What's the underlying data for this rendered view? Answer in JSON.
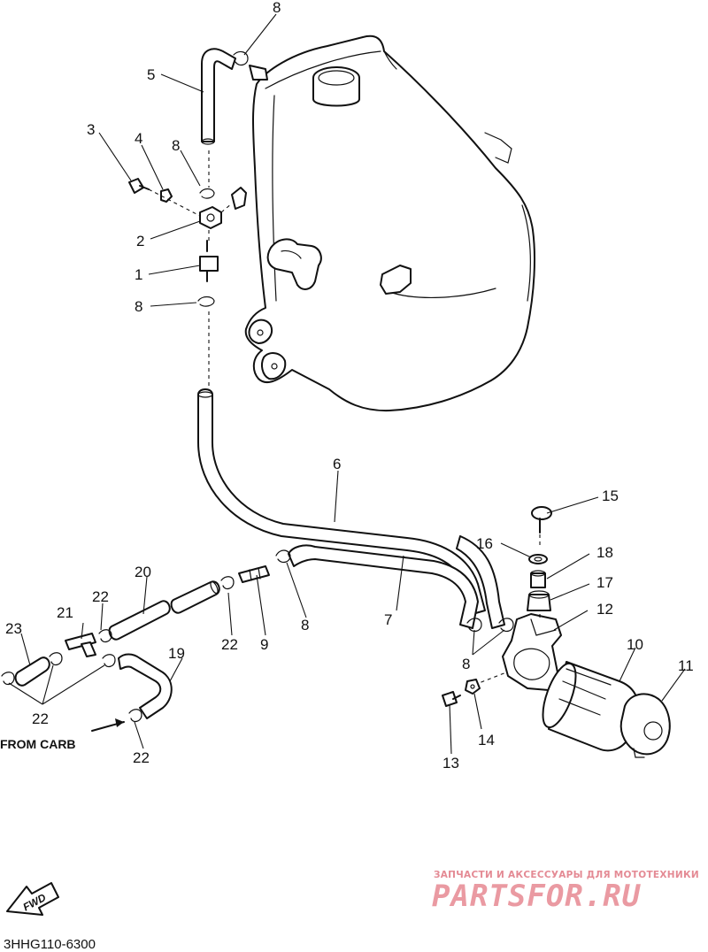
{
  "diagram": {
    "part_code": "3HHG110-6300",
    "direction_label": "FWD",
    "from_carb_label": "FROM CARB",
    "watermark": {
      "tagline": "ЗАПЧАСТИ И АКСЕССУАРЫ ДЛЯ МОТОТЕХНИКИ",
      "brand": "PARTSFOR.RU"
    },
    "callouts": [
      {
        "id": "c8a",
        "number": "8"
      },
      {
        "id": "c5",
        "number": "5"
      },
      {
        "id": "c3",
        "number": "3"
      },
      {
        "id": "c4",
        "number": "4"
      },
      {
        "id": "c8b",
        "number": "8"
      },
      {
        "id": "c2",
        "number": "2"
      },
      {
        "id": "c1",
        "number": "1"
      },
      {
        "id": "c8c",
        "number": "8"
      },
      {
        "id": "c6",
        "number": "6"
      },
      {
        "id": "c15",
        "number": "15"
      },
      {
        "id": "c16",
        "number": "16"
      },
      {
        "id": "c18",
        "number": "18"
      },
      {
        "id": "c17",
        "number": "17"
      },
      {
        "id": "c20",
        "number": "20"
      },
      {
        "id": "c22a",
        "number": "22"
      },
      {
        "id": "c7",
        "number": "7"
      },
      {
        "id": "c12",
        "number": "12"
      },
      {
        "id": "c23",
        "number": "23"
      },
      {
        "id": "c21",
        "number": "21"
      },
      {
        "id": "c22b",
        "number": "22"
      },
      {
        "id": "c9",
        "number": "9"
      },
      {
        "id": "c8d",
        "number": "8"
      },
      {
        "id": "c10",
        "number": "10"
      },
      {
        "id": "c11",
        "number": "11"
      },
      {
        "id": "c19",
        "number": "19"
      },
      {
        "id": "c8e",
        "number": "8"
      },
      {
        "id": "c22c",
        "number": "22"
      },
      {
        "id": "c14",
        "number": "14"
      },
      {
        "id": "c13",
        "number": "13"
      },
      {
        "id": "c22d",
        "number": "22"
      }
    ]
  }
}
